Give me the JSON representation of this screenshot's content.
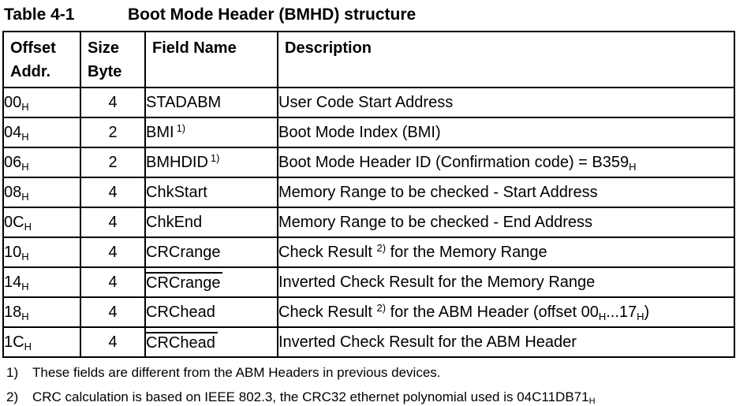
{
  "caption": {
    "label": "Table 4-1",
    "title": "Boot Mode Header (BMHD) structure"
  },
  "table": {
    "headers": [
      "Offset\nAddr.",
      "Size\nByte",
      "Field Name",
      "Description"
    ],
    "rows": [
      {
        "offset": {
          "val": "00",
          "sub": "H"
        },
        "size": "4",
        "field": {
          "name": "STADABM",
          "overline": false,
          "sup": ""
        },
        "desc": [
          {
            "t": "User Code Start Address"
          }
        ]
      },
      {
        "offset": {
          "val": "04",
          "sub": "H"
        },
        "size": "2",
        "field": {
          "name": "BMI",
          "overline": false,
          "sup": "1)"
        },
        "desc": [
          {
            "t": "Boot Mode Index (BMI)"
          }
        ]
      },
      {
        "offset": {
          "val": "06",
          "sub": "H"
        },
        "size": "2",
        "field": {
          "name": "BMHDID",
          "overline": false,
          "sup": "1)"
        },
        "desc": [
          {
            "t": "Boot Mode Header ID (Confirmation code) = B359"
          },
          {
            "sub": "H"
          }
        ]
      },
      {
        "offset": {
          "val": "08",
          "sub": "H"
        },
        "size": "4",
        "field": {
          "name": "ChkStart",
          "overline": false,
          "sup": ""
        },
        "desc": [
          {
            "t": "Memory Range to be checked - Start Address"
          }
        ]
      },
      {
        "offset": {
          "val": "0C",
          "sub": "H"
        },
        "size": "4",
        "field": {
          "name": "ChkEnd",
          "overline": false,
          "sup": ""
        },
        "desc": [
          {
            "t": "Memory Range to be checked - End Address"
          }
        ]
      },
      {
        "offset": {
          "val": "10",
          "sub": "H"
        },
        "size": "4",
        "field": {
          "name": "CRCrange",
          "overline": false,
          "sup": ""
        },
        "desc": [
          {
            "t": "Check Result "
          },
          {
            "sup": "2)"
          },
          {
            "t": " for the Memory Range"
          }
        ]
      },
      {
        "offset": {
          "val": "14",
          "sub": "H"
        },
        "size": "4",
        "field": {
          "name": "CRCrange",
          "overline": true,
          "sup": ""
        },
        "desc": [
          {
            "t": "Inverted Check Result for the Memory Range"
          }
        ]
      },
      {
        "offset": {
          "val": "18",
          "sub": "H"
        },
        "size": "4",
        "field": {
          "name": "CRChead",
          "overline": false,
          "sup": ""
        },
        "desc": [
          {
            "t": "Check Result "
          },
          {
            "sup": "2)"
          },
          {
            "t": " for the ABM Header (offset 00"
          },
          {
            "sub": "H"
          },
          {
            "t": "...17"
          },
          {
            "sub": "H"
          },
          {
            "t": ")"
          }
        ]
      },
      {
        "offset": {
          "val": "1C",
          "sub": "H"
        },
        "size": "4",
        "field": {
          "name": "CRChead",
          "overline": true,
          "sup": ""
        },
        "desc": [
          {
            "t": "Inverted Check Result for the ABM Header"
          }
        ]
      }
    ]
  },
  "footnotes": [
    {
      "marker": "1)",
      "segments": [
        {
          "t": "These fields are different from the ABM Headers in previous devices."
        }
      ]
    },
    {
      "marker": "2)",
      "segments": [
        {
          "t": "CRC calculation is based on IEEE 802.3, the CRC32 ethernet polynomial used is 04C11DB71"
        },
        {
          "sub": "H"
        }
      ]
    }
  ],
  "colors": {
    "text": "#000000",
    "background": "#ffffff",
    "border": "#000000"
  }
}
